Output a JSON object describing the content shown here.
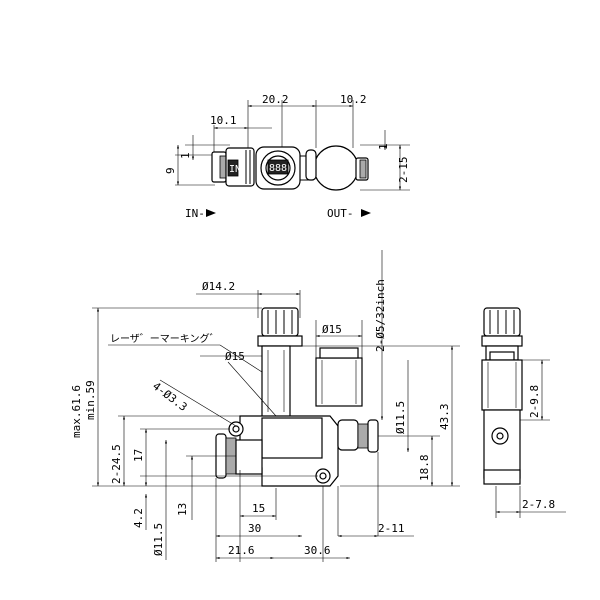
{
  "top_view": {
    "dim_20_2": "20.2",
    "dim_10_2": "10.2",
    "dim_10_1": "10.1",
    "dim_9": "9",
    "dim_1_left": "1",
    "dim_1_right": "1",
    "dim_2_15": "2-15",
    "in_label": "IN-",
    "out_label": "OUT-",
    "in_mark": "IN",
    "dial_text": "888"
  },
  "front_view": {
    "dim_14_2": "Ø14.2",
    "laser_marking": "レーザ゛ーマーキング゛",
    "dim_15_upper": "Ø15",
    "dim_15_body": "Ø15",
    "dim_4_3_3": "4-Ø3.3",
    "dim_2_5_32": "2-Ø5/32inch",
    "dim_11_5_dia": "Ø11.5",
    "dim_43_3": "43.3",
    "dim_18_8": "18.8",
    "dim_max": "max.61.6",
    "dim_min": "min.59",
    "dim_2_24_5": "2-24.5",
    "dim_17": "17",
    "dim_4_2": "4.2",
    "dim_11_5_left": "Ø11.5",
    "dim_13": "13",
    "dim_15_bottom": "15",
    "dim_30": "30",
    "dim_2_11": "2-11",
    "dim_21_6": "21.6",
    "dim_30_6": "30.6"
  },
  "side_view": {
    "dim_2_9_8": "2-9.8",
    "dim_2_7_8": "2-7.8"
  },
  "arrow_icon": "right-arrow-icon"
}
